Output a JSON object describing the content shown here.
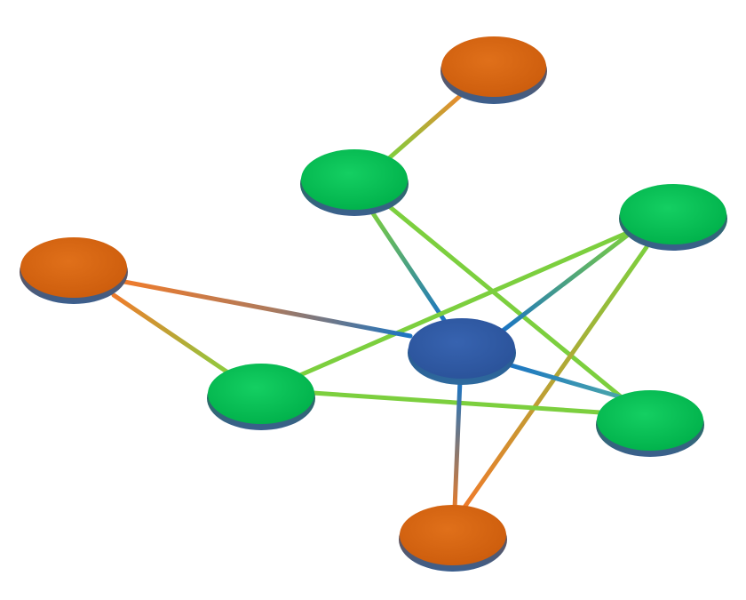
{
  "colors": {
    "background": "#ffffff",
    "hub": "#2f5aa6",
    "green_node": "#00b84f",
    "orange_node": "#d4620f",
    "node_edge": "#2e5c8a",
    "blue_line": "#1a74c4",
    "green_line": "#7ccf3e",
    "orange_line": "#ef7b2b"
  },
  "diagram": {
    "nodes": [
      {
        "id": "hub",
        "kind": "hub"
      },
      {
        "id": "green-top",
        "kind": "green"
      },
      {
        "id": "green-right-top",
        "kind": "green"
      },
      {
        "id": "green-left",
        "kind": "green"
      },
      {
        "id": "green-right-bottom",
        "kind": "green"
      },
      {
        "id": "orange-top",
        "kind": "orange"
      },
      {
        "id": "orange-left",
        "kind": "orange"
      },
      {
        "id": "orange-bottom",
        "kind": "orange"
      }
    ],
    "edges": [
      {
        "from": "orange-top",
        "to": "green-top"
      },
      {
        "from": "green-top",
        "to": "hub"
      },
      {
        "from": "green-top",
        "to": "green-right-bottom"
      },
      {
        "from": "green-right-top",
        "to": "hub"
      },
      {
        "from": "green-right-top",
        "to": "green-left"
      },
      {
        "from": "green-right-top",
        "to": "orange-bottom"
      },
      {
        "from": "orange-left",
        "to": "hub"
      },
      {
        "from": "orange-left",
        "to": "green-left"
      },
      {
        "from": "green-left",
        "to": "green-right-bottom"
      },
      {
        "from": "hub",
        "to": "green-right-bottom"
      },
      {
        "from": "hub",
        "to": "orange-bottom"
      }
    ]
  }
}
